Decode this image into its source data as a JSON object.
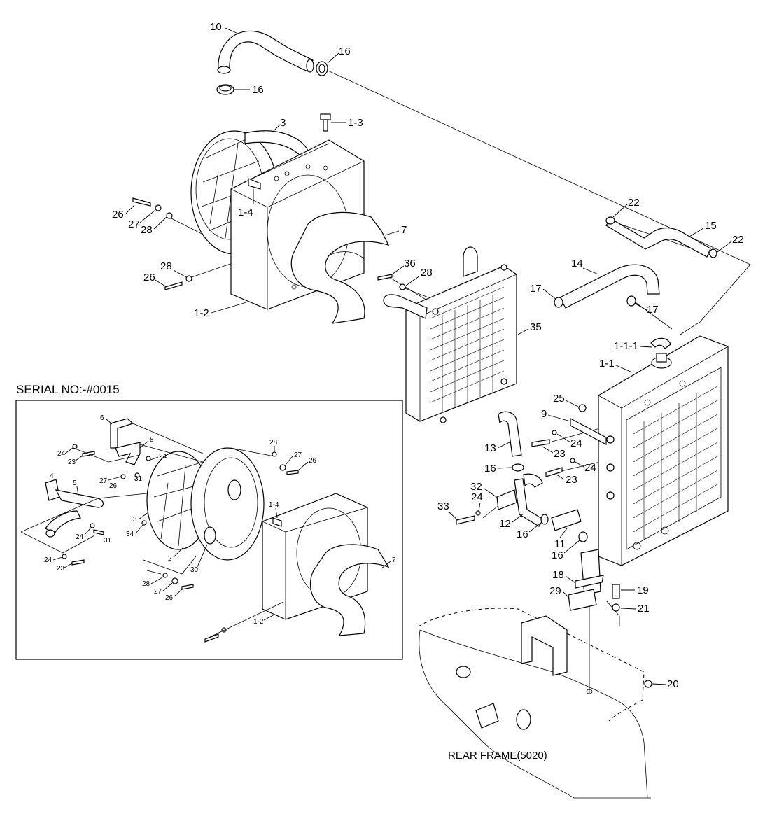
{
  "notes": {
    "serial": "SERIAL NO:-#0015",
    "rear_frame": "REAR FRAME(5020)"
  },
  "callouts": {
    "main": [
      "10",
      "16",
      "16",
      "3",
      "1-3",
      "26",
      "27",
      "28",
      "1-4",
      "7",
      "28",
      "26",
      "1-2",
      "36",
      "28",
      "22",
      "15",
      "22",
      "14",
      "17",
      "17",
      "35",
      "1-1-1",
      "1-1",
      "25",
      "9",
      "24",
      "23",
      "24",
      "23",
      "13",
      "16",
      "32",
      "24",
      "33",
      "12",
      "16",
      "11",
      "16",
      "18",
      "19",
      "29",
      "21",
      "20"
    ],
    "inset": [
      "6",
      "8",
      "24",
      "23",
      "24",
      "4",
      "5",
      "27",
      "26",
      "31",
      "3",
      "34",
      "24",
      "31",
      "24",
      "23",
      "28",
      "27",
      "26",
      "1-4",
      "2",
      "30",
      "7",
      "28",
      "27",
      "26",
      "1-2"
    ]
  }
}
